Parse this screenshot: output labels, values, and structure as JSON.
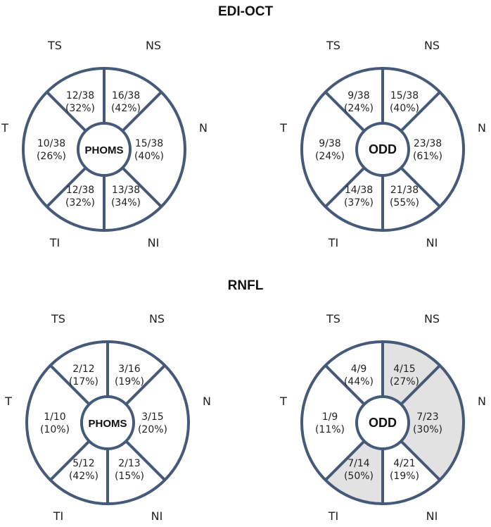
{
  "titles": {
    "top": "EDI-OCT",
    "bottom": "RNFL"
  },
  "colors": {
    "stroke": "#455a78",
    "shade": "#e2e2e2",
    "background": "#ffffff"
  },
  "diagrams": [
    {
      "id": "edi-phoms",
      "center": "PHOMS",
      "labels": {
        "TS": "TS",
        "NS": "NS",
        "N": "N",
        "NI": "NI",
        "TI": "TI",
        "T": "T"
      },
      "sectors": {
        "TS": {
          "frac": "12/38",
          "pct": "(32%)",
          "shaded": false
        },
        "NS": {
          "frac": "16/38",
          "pct": "(42%)",
          "shaded": false
        },
        "N": {
          "frac": "15/38",
          "pct": "(40%)",
          "shaded": false
        },
        "NI": {
          "frac": "13/38",
          "pct": "(34%)",
          "shaded": false
        },
        "TI": {
          "frac": "12/38",
          "pct": "(32%)",
          "shaded": false
        },
        "T": {
          "frac": "10/38",
          "pct": "(26%)",
          "shaded": false
        }
      }
    },
    {
      "id": "edi-odd",
      "center": "ODD",
      "labels": {
        "TS": "TS",
        "NS": "NS",
        "N": "N",
        "NI": "NI",
        "TI": "TI",
        "T": "T"
      },
      "sectors": {
        "TS": {
          "frac": "9/38",
          "pct": "(24%)",
          "shaded": false
        },
        "NS": {
          "frac": "15/38",
          "pct": "(40%)",
          "shaded": false
        },
        "N": {
          "frac": "23/38",
          "pct": "(61%)",
          "shaded": false
        },
        "NI": {
          "frac": "21/38",
          "pct": "(55%)",
          "shaded": false
        },
        "TI": {
          "frac": "14/38",
          "pct": "(37%)",
          "shaded": false
        },
        "T": {
          "frac": "9/38",
          "pct": "(24%)",
          "shaded": false
        }
      }
    },
    {
      "id": "rnfl-phoms",
      "center": "PHOMS",
      "labels": {
        "TS": "TS",
        "NS": "NS",
        "N": "N",
        "NI": "NI",
        "TI": "TI",
        "T": "T"
      },
      "sectors": {
        "TS": {
          "frac": "2/12",
          "pct": "(17%)",
          "shaded": false
        },
        "NS": {
          "frac": "3/16",
          "pct": "(19%)",
          "shaded": false
        },
        "N": {
          "frac": "3/15",
          "pct": "(20%)",
          "shaded": false
        },
        "NI": {
          "frac": "2/13",
          "pct": "(15%)",
          "shaded": false
        },
        "TI": {
          "frac": "5/12",
          "pct": "(42%)",
          "shaded": false
        },
        "T": {
          "frac": "1/10",
          "pct": "(10%)",
          "shaded": false
        }
      }
    },
    {
      "id": "rnfl-odd",
      "center": "ODD",
      "labels": {
        "TS": "TS",
        "NS": "NS",
        "N": "N",
        "NI": "NI",
        "TI": "TI",
        "T": "T"
      },
      "sectors": {
        "TS": {
          "frac": "4/9",
          "pct": "(44%)",
          "shaded": false
        },
        "NS": {
          "frac": "4/15",
          "pct": "(27%)",
          "shaded": true
        },
        "N": {
          "frac": "7/23",
          "pct": "(30%)",
          "shaded": true
        },
        "NI": {
          "frac": "4/21",
          "pct": "(19%)",
          "shaded": false
        },
        "TI": {
          "frac": "7/14",
          "pct": "(50%)",
          "shaded": true
        },
        "T": {
          "frac": "1/9",
          "pct": "(11%)",
          "shaded": false
        }
      }
    }
  ]
}
